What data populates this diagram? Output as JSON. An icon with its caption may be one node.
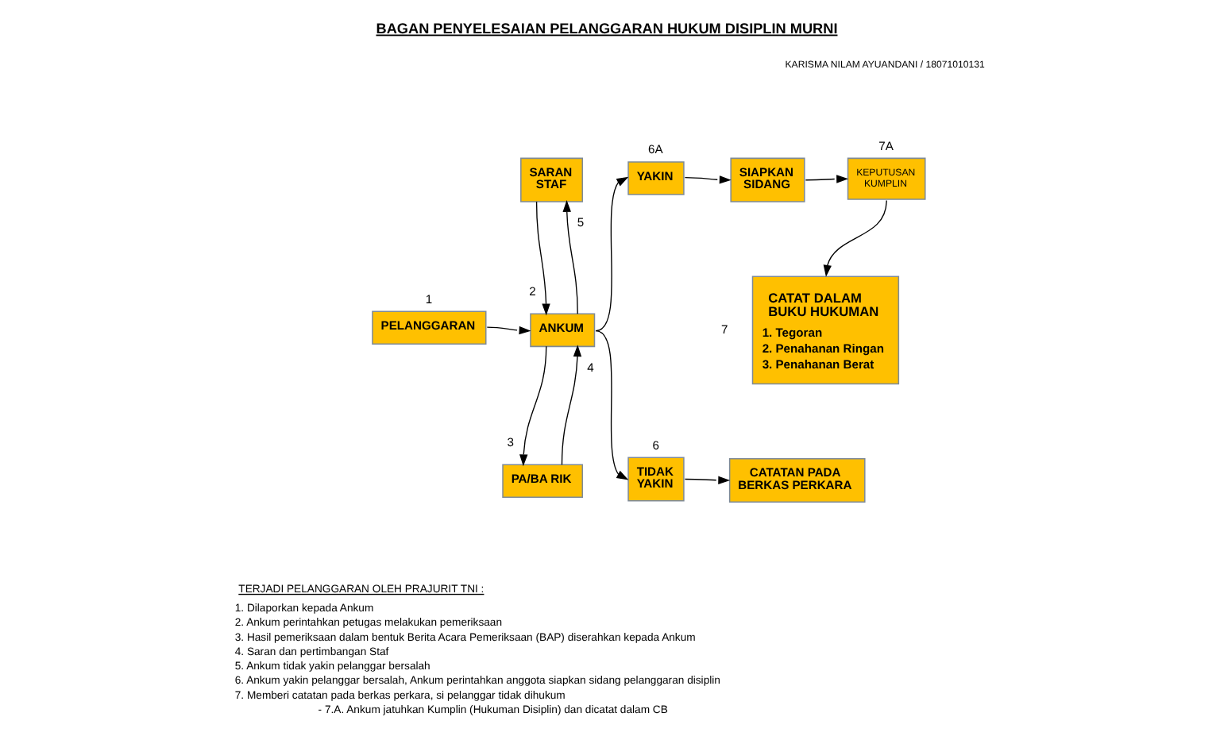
{
  "diagram": {
    "title": "BAGAN PENYELESAIAN PELANGGARAN HUKUM DISIPLIN MURNI",
    "nodes": [
      {
        "text": [
          "PELANGGARAN"
        ],
        "beside": [
          "1"
        ]
      },
      {
        "text": [
          "SARAN STAF"
        ]
      },
      {
        "text": [
          "ANKUM"
        ]
      },
      {
        "text": [
          "PA/BA RIK"
        ]
      },
      {
        "text": [
          "YAKIN"
        ],
        "beside": [
          "6A"
        ]
      },
      {
        "text": [
          "SIAPKAN SIDANG"
        ]
      },
      {
        "text": [
          "KEPUTUSAN KUMPLIN"
        ],
        "beside": [
          "7A"
        ]
      },
      {
        "text": [
          "CATAT DALAM BUKU HUKUMAN",
          "1. Tegoran",
          "2. Penahanan Ringan",
          "3. Penahanan Berat"
        ],
        "beside": [
          "7"
        ]
      },
      {
        "text": [
          "TIDAK YAKIN"
        ],
        "beside": [
          "6"
        ]
      },
      {
        "text": [
          "CATATAN PADA BERKAS PERKARA"
        ]
      }
    ],
    "edges": [
      {
        "from": 0,
        "to": 2,
        "arrow": "to"
      },
      {
        "from": 1,
        "to": 2,
        "arrow": "to",
        "label": "2"
      },
      {
        "from": 2,
        "to": 1,
        "arrow": "to",
        "label": "5"
      },
      {
        "from": 2,
        "to": 3,
        "arrow": "to",
        "label": "3"
      },
      {
        "from": 3,
        "to": 2,
        "arrow": "to",
        "label": "4"
      },
      {
        "from": 2,
        "to": 4,
        "arrow": "to"
      },
      {
        "from": 2,
        "to": 8,
        "arrow": "to"
      },
      {
        "from": 4,
        "to": 5,
        "arrow": "to"
      },
      {
        "from": 5,
        "to": 6,
        "arrow": "to"
      },
      {
        "from": 6,
        "to": 7,
        "arrow": "to"
      },
      {
        "from": 8,
        "to": 9,
        "arrow": "to"
      }
    ],
    "labels": [
      "KARISMA NILAM AYUANDANI / 18071010131",
      "TERJADI PELANGGARAN OLEH PRAJURIT TNI :",
      "1. Dilaporkan kepada Ankum",
      "2. Ankum perintahkan petugas melakukan pemeriksaan",
      "3. Hasil pemeriksaan dalam bentuk Berita Acara Pemeriksaan (BAP) diserahkan kepada Ankum",
      "4. Saran dan pertimbangan Staf",
      "5. Ankum tidak yakin pelanggar bersalah",
      "6. Ankum yakin pelanggar bersalah, Ankum perintahkan anggota siapkan sidang pelanggaran disiplin",
      "7. Memberi catatan pada berkas perkara, si pelanggar tidak dihukum",
      "- 7.A. Ankum jatuhkan Kumplin (Hukuman Disiplin) dan dicatat dalam CB"
    ]
  }
}
